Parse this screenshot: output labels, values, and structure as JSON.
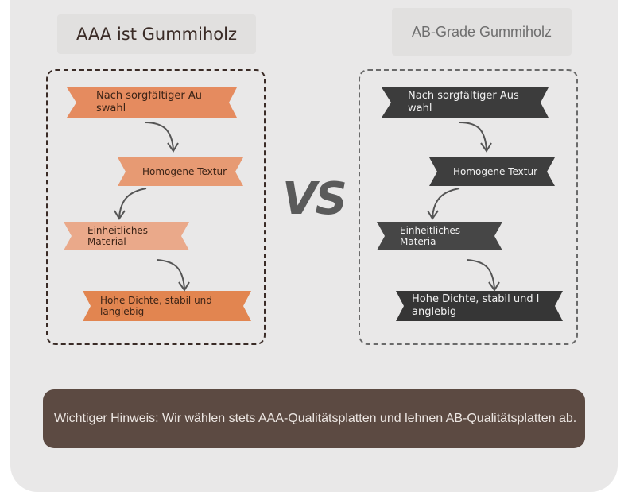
{
  "left": {
    "title": "AAA ist Gummiholz",
    "steps": [
      "Nach sorgfältiger Au swahl",
      "Homogene Textur",
      "Einheitliches Material",
      "Hohe Dichte, stabil und langlebig"
    ],
    "color": "#e48a5c"
  },
  "right": {
    "title": "AB-Grade Gummiholz",
    "steps": [
      "Nach sorgfältiger Aus wahl",
      "Homogene Textur",
      "Einheitliches Materia",
      "Hohe Dichte, stabil und l anglebig"
    ],
    "color": "#3a3a3a"
  },
  "vs": "VS",
  "notice": "Wichtiger Hinweis: Wir wählen stets AAA-Qualitätsplatten und lehnen AB-Qualitätsplatten ab."
}
